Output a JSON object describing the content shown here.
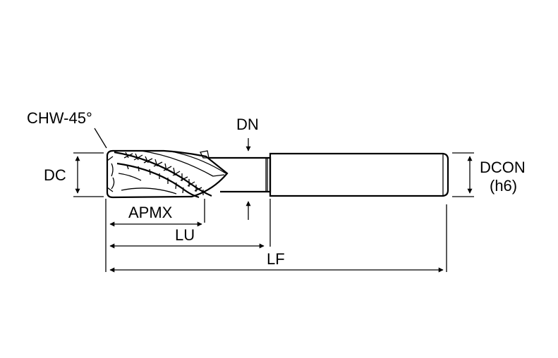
{
  "labels": {
    "chw": "CHW-45°",
    "dn": "DN",
    "dc": "DC",
    "dcon": "DCON",
    "dcon_tol": "(h6)",
    "apmx": "APMX",
    "lu": "LU",
    "lf": "LF"
  },
  "colors": {
    "line": "#000000",
    "fill": "#ffffff"
  }
}
